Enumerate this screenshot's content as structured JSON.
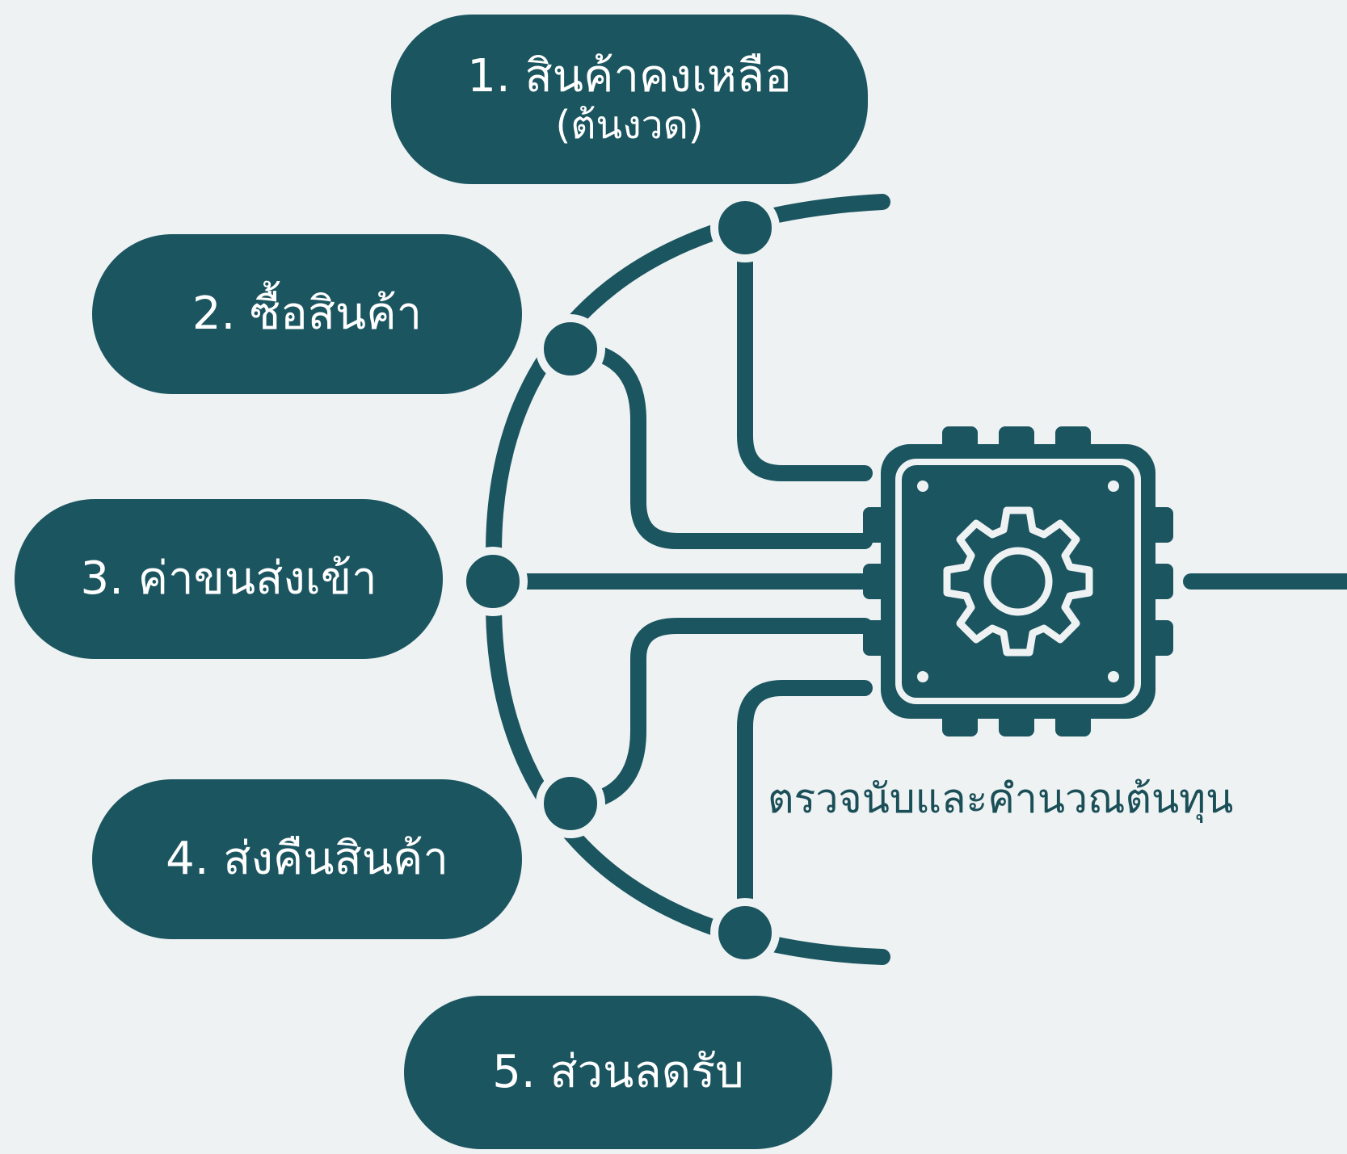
{
  "inputs": [
    {
      "label": "1. สินค้าคงเหลือ",
      "sublabel": "(ต้นงวด)"
    },
    {
      "label": "2. ซื้อสินค้า"
    },
    {
      "label": "3. ค่าขนส่งเข้า"
    },
    {
      "label": "4. ส่งคืนสินค้า"
    },
    {
      "label": "5. ส่วนลดรับ"
    }
  ],
  "process": {
    "label": "ตรวจนับและคำนวณต้นทุน",
    "icon": "chip-gear-icon"
  },
  "colors": {
    "primary": "#1b5560",
    "background": "#eef2f3",
    "text_on_primary": "#ffffff",
    "label_text": "#1b4f58"
  }
}
